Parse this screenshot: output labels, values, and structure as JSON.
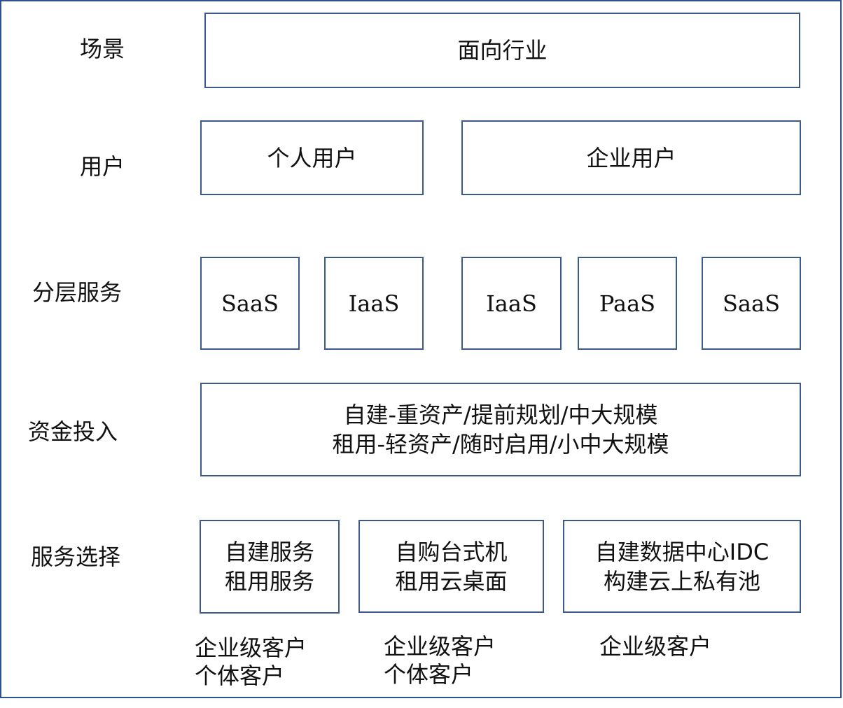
{
  "rows": {
    "scene": "场景",
    "user": "用户",
    "layers": "分层服务",
    "capital": "资金投入",
    "choice": "服务选择"
  },
  "scene": {
    "industry": "面向行业"
  },
  "users": {
    "personal": "个人用户",
    "enterprise": "企业用户"
  },
  "layers": [
    "SaaS",
    "IaaS",
    "IaaS",
    "PaaS",
    "SaaS"
  ],
  "capital": {
    "line1": "自建-重资产/提前规划/中大规模",
    "line2": "租用-轻资产/随时启用/小中大规模"
  },
  "choices": [
    {
      "line1": "自建服务",
      "line2": "租用服务"
    },
    {
      "line1": "自购台式机",
      "line2": "租用云桌面"
    },
    {
      "line1": "自建数据中心IDC",
      "line2": "构建云上私有池"
    }
  ],
  "customers": [
    {
      "line1": "企业级客户",
      "line2": "个体客户"
    },
    {
      "line1": "企业级客户",
      "line2": "个体客户"
    },
    {
      "line1": "企业级客户"
    }
  ]
}
